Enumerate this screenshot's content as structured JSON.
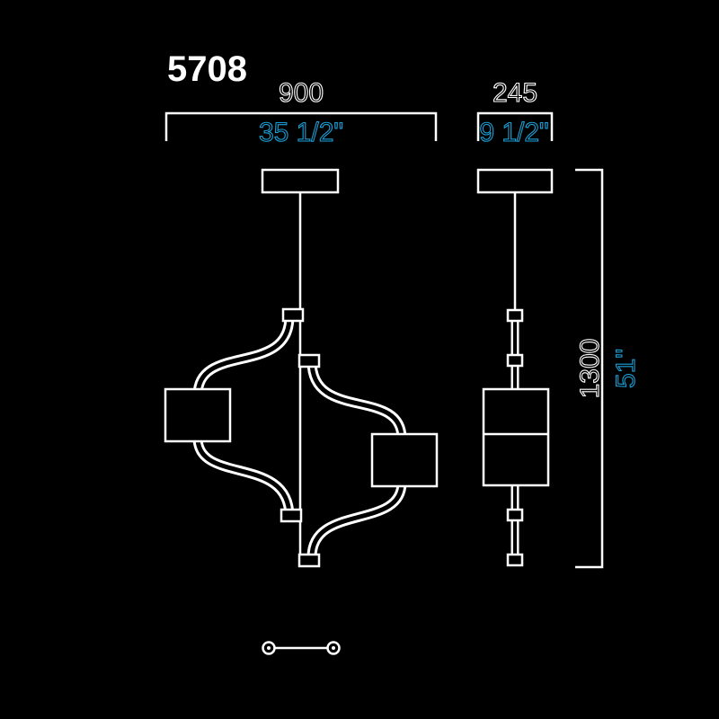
{
  "model": "5708",
  "dimensions": {
    "width_mm": "900",
    "width_in": "35 1/2\"",
    "depth_mm": "245",
    "depth_in": "9 1/2\"",
    "height_mm": "1300",
    "height_in": "51\""
  },
  "colors": {
    "background": "#000000",
    "line": "#ffffff",
    "inch_text": "#1a9fd6"
  },
  "icons": {
    "connector": "connector-symbol-icon"
  }
}
